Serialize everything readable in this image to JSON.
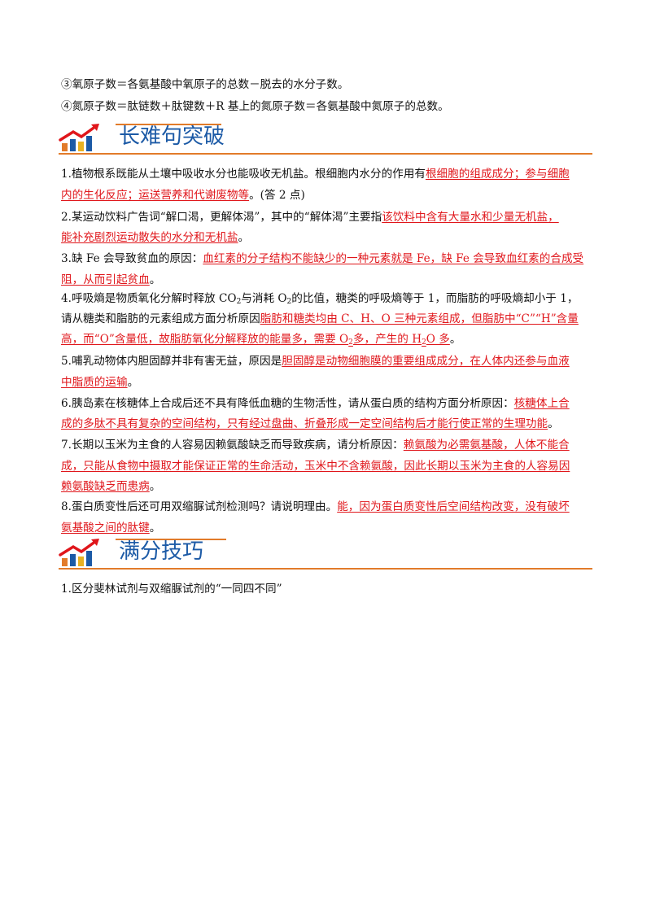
{
  "intro_lines": [
    "③氧原子数＝各氨基酸中氧原子的总数－脱去的水分子数。",
    "④氮原子数＝肽链数＋肽键数＋R 基上的氮原子数＝各氨基酸中氮原子的总数。"
  ],
  "section1": {
    "title": "长难句突破"
  },
  "q1": {
    "q": "1.植物根系既能从土壤中吸收水分也能吸收无机盐。根细胞内水分的作用有",
    "a1": "根细胞的组成成分；参与细胞",
    "a2": "内的生化反应；运送营养和代谢废物等",
    "tail": "。(答 2 点)"
  },
  "q2": {
    "q": "2.某运动饮料广告词“解口渴，更解体渴”，其中的“解体渴”主要指",
    "a1": "该饮料中含有大量水和少量无机盐，",
    "a2": "能补充剧烈运动散失的水分和无机盐",
    "tail": "。"
  },
  "q3": {
    "q": "3.缺 Fe 会导致贫血的原因：",
    "a1": "血红素的分子结构不能缺少的一种元素就是 Fe，缺 Fe 会导致血红素的合成受",
    "a2": "阻，从而引起贫血",
    "tail": "。"
  },
  "q4": {
    "l1a": "4.呼吸熵是物质氧化分解时释放 CO",
    "l1b": "与消耗 O",
    "l1c": "的比值，糖类的呼吸熵等于 1，而脂肪的呼吸熵却小于 1，",
    "sub2": "2",
    "l2q": "请从糖类和脂肪的元素组成方面分析原因",
    "l2a": "脂肪和糖类均由 C、H、O 三种元素组成，但脂肪中“C”“H”含量",
    "l3a": "高，而“O”含量低，故脂肪氧化分解释放的能量多，需要 O",
    "l3b": "多，产生的 H",
    "l3c": "O 多",
    "tail": "。"
  },
  "q5": {
    "q": "5.哺乳动物体内胆固醇并非有害无益，原因是",
    "a1": "胆固醇是动物细胞膜的重要组成成分，在人体内还参与血液",
    "a2": "中脂质的运输",
    "tail": "。"
  },
  "q6": {
    "q": "6.胰岛素在核糖体上合成后还不具有降低血糖的生物活性，请从蛋白质的结构方面分析原因：",
    "a1": "核糖体上合",
    "a2": "成的多肽不具有复杂的空间结构，只有经过盘曲、折叠形成一定空间结构后才能行使正常的生理功能",
    "tail": "。"
  },
  "q7": {
    "q": "7.长期以玉米为主食的人容易因赖氨酸缺乏而导致疾病，请分析原因：",
    "a1": "赖氨酸为必需氨基酸，人体不能合",
    "a2": "成，只能从食物中摄取才能保证正常的生命活动，玉米中不含赖氨酸，因此长期以玉米为主食的人容易因",
    "a3": "赖氨酸缺乏而患病",
    "tail": "。"
  },
  "q8": {
    "q": "8.蛋白质变性后还可用双缩脲试剂检测吗？请说明理由。",
    "a1": "能，因为蛋白质变性后空间结构改变，没有破坏",
    "a2": "氨基酸之间的肽键",
    "tail": "。"
  },
  "section2": {
    "title": "满分技巧"
  },
  "tip1": "1.区分斐林试剂与双缩脲试剂的“一同四不同”",
  "colors": {
    "heading_blue": "#1c5aa6",
    "rule_orange": "#e27b2a",
    "answer_red": "#e0161b"
  }
}
